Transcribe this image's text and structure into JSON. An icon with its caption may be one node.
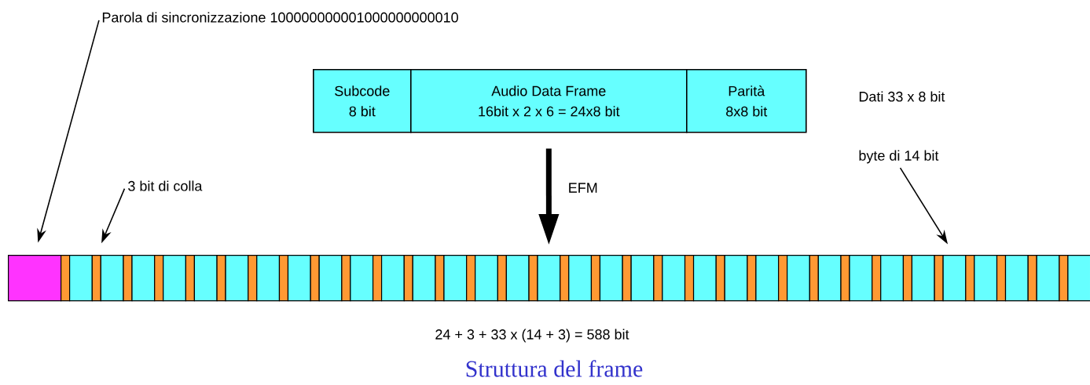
{
  "diagram": {
    "caption": "Struttura del frame",
    "nodes": [
      {
        "text": [
          "Parola di sincronizzazione 100000000001000000000010"
        ]
      },
      {
        "text": [
          "Subcode",
          "8 bit"
        ]
      },
      {
        "text": [
          "Audio Data Frame",
          "16bit x 2 x 6 = 24x8 bit"
        ]
      },
      {
        "text": [
          "Parità",
          "8x8 bit"
        ]
      },
      {
        "text": [
          "3 bit di colla"
        ]
      },
      {
        "text": [
          "byte di 14 bit"
        ]
      },
      {
        "text": [],
        "shape": "box"
      },
      {
        "text": [],
        "shape": "box"
      },
      {
        "text": [],
        "shape": "box"
      },
      {
        "text": [],
        "shape": "box"
      },
      {
        "text": [],
        "shape": "box"
      },
      {
        "text": [],
        "shape": "box"
      },
      {
        "text": [],
        "shape": "box"
      },
      {
        "text": [],
        "shape": "box"
      },
      {
        "text": [],
        "shape": "box"
      },
      {
        "text": [],
        "shape": "box"
      },
      {
        "text": [],
        "shape": "box"
      },
      {
        "text": [],
        "shape": "box"
      },
      {
        "text": [],
        "shape": "box"
      },
      {
        "text": [],
        "shape": "box"
      },
      {
        "text": [],
        "shape": "box"
      },
      {
        "text": [],
        "shape": "box"
      },
      {
        "text": [],
        "shape": "box"
      },
      {
        "text": [],
        "shape": "box"
      },
      {
        "text": [],
        "shape": "box"
      },
      {
        "text": [],
        "shape": "box"
      },
      {
        "text": [],
        "shape": "box"
      },
      {
        "text": [],
        "shape": "box"
      },
      {
        "text": [],
        "shape": "box"
      },
      {
        "text": [],
        "shape": "box"
      },
      {
        "text": [],
        "shape": "box"
      },
      {
        "text": [],
        "shape": "box"
      },
      {
        "text": [],
        "shape": "box"
      },
      {
        "text": [],
        "shape": "box"
      },
      {
        "text": [],
        "shape": "box"
      },
      {
        "text": [],
        "shape": "box"
      },
      {
        "text": [],
        "shape": "box"
      },
      {
        "text": [],
        "shape": "box"
      },
      {
        "text": [],
        "shape": "box"
      },
      {
        "text": [],
        "shape": "box"
      },
      {
        "text": [],
        "shape": "box"
      },
      {
        "text": [],
        "shape": "box"
      },
      {
        "text": [],
        "shape": "box"
      },
      {
        "text": [],
        "shape": "box"
      },
      {
        "text": [],
        "shape": "box"
      },
      {
        "text": [],
        "shape": "box"
      },
      {
        "text": [],
        "shape": "box"
      },
      {
        "text": [],
        "shape": "box"
      },
      {
        "text": [],
        "shape": "box"
      },
      {
        "text": [],
        "shape": "box"
      },
      {
        "text": [],
        "shape": "box"
      },
      {
        "text": [],
        "shape": "box"
      },
      {
        "text": [],
        "shape": "box"
      },
      {
        "text": [],
        "shape": "box"
      },
      {
        "text": [],
        "shape": "box"
      },
      {
        "text": [],
        "shape": "box"
      },
      {
        "text": [],
        "shape": "box"
      },
      {
        "text": [],
        "shape": "box"
      },
      {
        "text": [],
        "shape": "box"
      },
      {
        "text": [],
        "shape": "box"
      },
      {
        "text": [],
        "shape": "box"
      },
      {
        "text": [],
        "shape": "box"
      },
      {
        "text": [],
        "shape": "box"
      },
      {
        "text": [],
        "shape": "box"
      },
      {
        "text": [],
        "shape": "box"
      },
      {
        "text": [],
        "shape": "box"
      },
      {
        "text": [],
        "shape": "box"
      },
      {
        "text": [],
        "shape": "box"
      },
      {
        "text": [],
        "shape": "box"
      },
      {
        "text": [],
        "shape": "box"
      },
      {
        "text": [],
        "shape": "box"
      },
      {
        "text": [],
        "shape": "box"
      },
      {
        "text": [],
        "shape": "box"
      }
    ],
    "edges": [
      {
        "from": 0,
        "to": 6,
        "arrow": "to"
      },
      {
        "from": 4,
        "to": 9,
        "arrow": "to"
      },
      {
        "from": 2,
        "to": 38,
        "arrow": "to",
        "label": "EFM",
        "style": "thick"
      },
      {
        "from": 5,
        "to": 64,
        "arrow": "to"
      }
    ],
    "labels": [
      "Dati  33 x 8 bit",
      "24 + 3 + 33 x (14 + 3) = 588 bit"
    ]
  }
}
